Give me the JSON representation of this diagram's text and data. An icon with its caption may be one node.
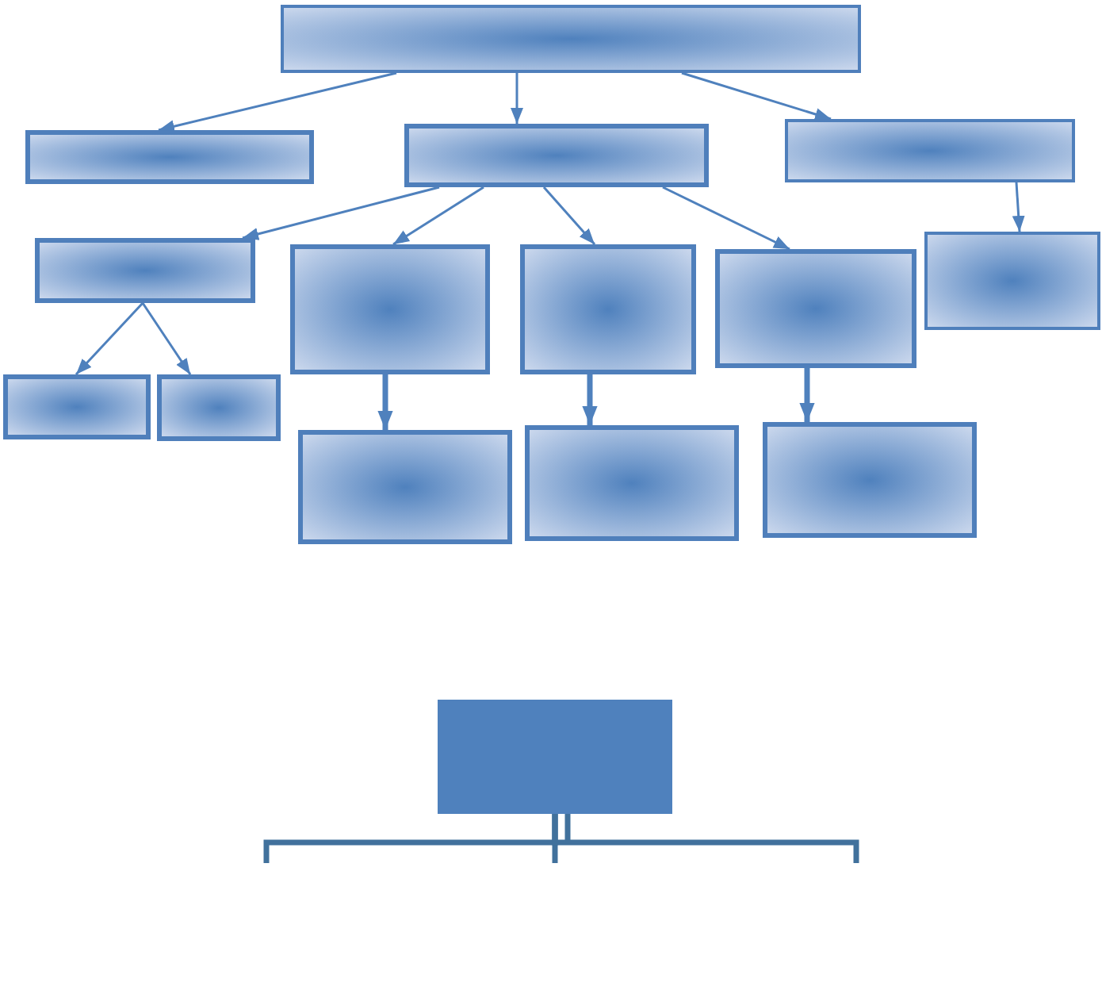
{
  "diagram": {
    "nodes": [
      {
        "text": [],
        "shape": "box"
      },
      {
        "text": [],
        "shape": "box"
      },
      {
        "text": [],
        "shape": "box"
      },
      {
        "text": [],
        "shape": "box"
      },
      {
        "text": [],
        "shape": "box"
      },
      {
        "text": [],
        "shape": "box"
      },
      {
        "text": [],
        "shape": "box"
      },
      {
        "text": [],
        "shape": "box"
      },
      {
        "text": [],
        "shape": "box"
      },
      {
        "text": [],
        "shape": "box"
      },
      {
        "text": [],
        "shape": "box"
      },
      {
        "text": [],
        "shape": "box"
      },
      {
        "text": [],
        "shape": "box"
      },
      {
        "text": [],
        "shape": "box"
      },
      {
        "text": [],
        "shape": "box"
      }
    ],
    "edges": [
      {
        "from": 0,
        "to": 1,
        "arrow": "to"
      },
      {
        "from": 0,
        "to": 2,
        "arrow": "to"
      },
      {
        "from": 0,
        "to": 3,
        "arrow": "to"
      },
      {
        "from": 2,
        "to": 4,
        "arrow": "to"
      },
      {
        "from": 2,
        "to": 5,
        "arrow": "to"
      },
      {
        "from": 2,
        "to": 6,
        "arrow": "to"
      },
      {
        "from": 2,
        "to": 7,
        "arrow": "to"
      },
      {
        "from": 3,
        "to": 8,
        "arrow": "to"
      },
      {
        "from": 4,
        "to": 9,
        "arrow": "to"
      },
      {
        "from": 4,
        "to": 10,
        "arrow": "to"
      },
      {
        "from": 5,
        "to": 11,
        "arrow": "to",
        "style": "thick"
      },
      {
        "from": 6,
        "to": 12,
        "arrow": "to",
        "style": "thick"
      },
      {
        "from": 7,
        "to": 13,
        "arrow": "to",
        "style": "thick"
      },
      {
        "from": 14,
        "to": null,
        "arrow": "none",
        "style": "thick",
        "color": "#41719c"
      },
      {
        "from": 14,
        "to": null,
        "arrow": "none",
        "style": "thick",
        "color": "#41719c"
      },
      {
        "from": 14,
        "to": null,
        "arrow": "none",
        "style": "thick",
        "color": "#41719c"
      }
    ]
  }
}
